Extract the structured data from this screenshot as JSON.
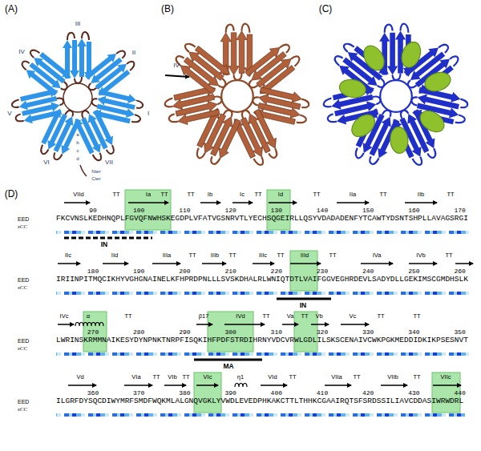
{
  "diagram": {
    "labels": [
      "(A)",
      "(B)",
      "(C)",
      "III",
      "II",
      "I",
      "VII",
      "VI",
      "V",
      "IV",
      "a",
      "b",
      "c",
      "d",
      "Nter",
      "Cter",
      "IV",
      "(D)",
      "VIId",
      "TT",
      "Ia",
      "TT",
      "TT",
      "Ib",
      "Ic",
      "TT",
      "Id",
      "TT",
      "IIa",
      "TT",
      "IIb",
      "TT",
      "90",
      "100",
      "110",
      "120",
      "130",
      "140",
      "150",
      "160",
      "170",
      "EED",
      "FKCVNSLKEDHNQPLFGVQFNWHSKEGDPLVFATVGSNRVTLYECHSQGEIRLLQSYVDADADENFYTCAWTYDSNTSHPLLAVAGSRGI",
      "sCC",
      "IN",
      "IIc",
      "IId",
      "IIIa",
      "TT",
      "IIIb",
      "TT",
      "IIIc",
      "TT",
      "IIId",
      "TT",
      "IVa",
      "IVb",
      "TT",
      "180",
      "190",
      "200",
      "210",
      "220",
      "230",
      "240",
      "250",
      "260",
      "EED",
      "IRIINPITMQCIKHYVGHGNAINELKFHPRDPNLLLSVSKDHALRLWNIQTDTLVAIFGGVEGHRDEVLSADYDLLGEKIMSCGMDHSLK",
      "sCC",
      "IN",
      "IVc",
      "α",
      "TT",
      "β17",
      "IVd",
      "TT",
      "Va",
      "TT",
      "Vb",
      "Vc",
      "TT",
      "TT",
      "270",
      "280",
      "290",
      "300",
      "310",
      "320",
      "330",
      "340",
      "350",
      "EED",
      "LWRINSKRMMNAIKESYDYNPNKTNRPFISQKIHFPDFSTRDIHRNYVDCVRWLGDLILSKSCENAIVCWKPGKMEDDIDKIKPSESNVT",
      "sCC",
      "MA",
      "Vd",
      "VIa",
      "TT",
      "VIb",
      "TT",
      "VIc",
      "η1",
      "VId",
      "TT",
      "VIIa",
      "TT",
      "VIIb",
      "TT",
      "VIIc",
      "360",
      "370",
      "380",
      "390",
      "400",
      "410",
      "420",
      "430",
      "440",
      "EED",
      "ILGRFDYSQCDIWYMRFSMDFWQKMLALGNQVGKLYVWDLEVEDPHKAKCTTLTHHKCGAAIRQTSFSRDSSILIAVCDDASIWRWDRL",
      "sCC"
    ]
  }
}
